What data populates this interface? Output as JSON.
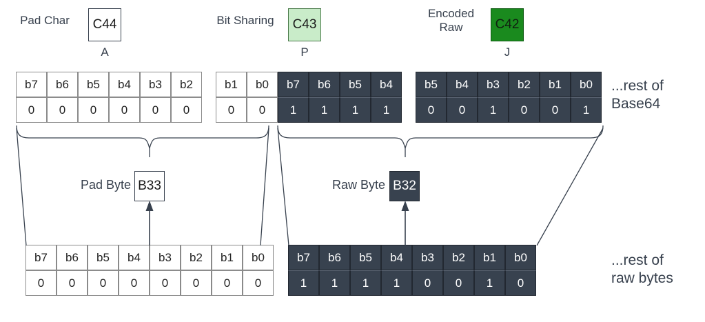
{
  "header": {
    "groups": [
      {
        "label": "Pad Char",
        "code": "C44",
        "char": "A",
        "style": "white"
      },
      {
        "label": "Bit Sharing",
        "code": "C43",
        "char": "P",
        "style": "light-green"
      },
      {
        "label": "Encoded\nRaw",
        "code": "C42",
        "char": "J",
        "style": "dark-green"
      }
    ]
  },
  "base64_row": {
    "groups": [
      {
        "name": "pad-char-bits",
        "cells": [
          {
            "bit": "b7",
            "value": "0",
            "shade": "light"
          },
          {
            "bit": "b6",
            "value": "0",
            "shade": "light"
          },
          {
            "bit": "b5",
            "value": "0",
            "shade": "light"
          },
          {
            "bit": "b4",
            "value": "0",
            "shade": "light"
          },
          {
            "bit": "b3",
            "value": "0",
            "shade": "light"
          },
          {
            "bit": "b2",
            "value": "0",
            "shade": "light"
          }
        ]
      },
      {
        "name": "bit-sharing-bits",
        "cells": [
          {
            "bit": "b1",
            "value": "0",
            "shade": "light"
          },
          {
            "bit": "b0",
            "value": "0",
            "shade": "light"
          },
          {
            "bit": "b7",
            "value": "1",
            "shade": "dark"
          },
          {
            "bit": "b6",
            "value": "1",
            "shade": "dark"
          },
          {
            "bit": "b5",
            "value": "1",
            "shade": "dark"
          },
          {
            "bit": "b4",
            "value": "1",
            "shade": "dark"
          }
        ]
      },
      {
        "name": "encoded-raw-bits",
        "cells": [
          {
            "bit": "b5",
            "value": "0",
            "shade": "dark"
          },
          {
            "bit": "b4",
            "value": "0",
            "shade": "dark"
          },
          {
            "bit": "b3",
            "value": "1",
            "shade": "dark"
          },
          {
            "bit": "b2",
            "value": "0",
            "shade": "dark"
          },
          {
            "bit": "b1",
            "value": "0",
            "shade": "dark"
          },
          {
            "bit": "b0",
            "value": "1",
            "shade": "dark"
          }
        ]
      }
    ],
    "note": "...rest of\nBase64"
  },
  "middle": {
    "pad_byte": {
      "label": "Pad Byte",
      "code": "B33",
      "style": "white"
    },
    "raw_byte": {
      "label": "Raw Byte",
      "code": "B32",
      "style": "dark"
    }
  },
  "raw_row": {
    "groups": [
      {
        "name": "pad-byte-bits",
        "cells": [
          {
            "bit": "b7",
            "value": "0",
            "shade": "light"
          },
          {
            "bit": "b6",
            "value": "0",
            "shade": "light"
          },
          {
            "bit": "b5",
            "value": "0",
            "shade": "light"
          },
          {
            "bit": "b4",
            "value": "0",
            "shade": "light"
          },
          {
            "bit": "b3",
            "value": "0",
            "shade": "light"
          },
          {
            "bit": "b2",
            "value": "0",
            "shade": "light"
          },
          {
            "bit": "b1",
            "value": "0",
            "shade": "light"
          },
          {
            "bit": "b0",
            "value": "0",
            "shade": "light"
          }
        ]
      },
      {
        "name": "raw-byte-bits",
        "cells": [
          {
            "bit": "b7",
            "value": "1",
            "shade": "dark"
          },
          {
            "bit": "b6",
            "value": "1",
            "shade": "dark"
          },
          {
            "bit": "b5",
            "value": "1",
            "shade": "dark"
          },
          {
            "bit": "b4",
            "value": "1",
            "shade": "dark"
          },
          {
            "bit": "b3",
            "value": "0",
            "shade": "dark"
          },
          {
            "bit": "b2",
            "value": "0",
            "shade": "dark"
          },
          {
            "bit": "b1",
            "value": "1",
            "shade": "dark"
          },
          {
            "bit": "b0",
            "value": "0",
            "shade": "dark"
          }
        ]
      }
    ],
    "note": "...rest of\nraw bytes"
  },
  "colors": {
    "dark_cell": "#38424f",
    "light_green": "#c9ecc9",
    "dark_green": "#1a8a1e",
    "text": "#37404d",
    "stroke": "#37404d"
  }
}
